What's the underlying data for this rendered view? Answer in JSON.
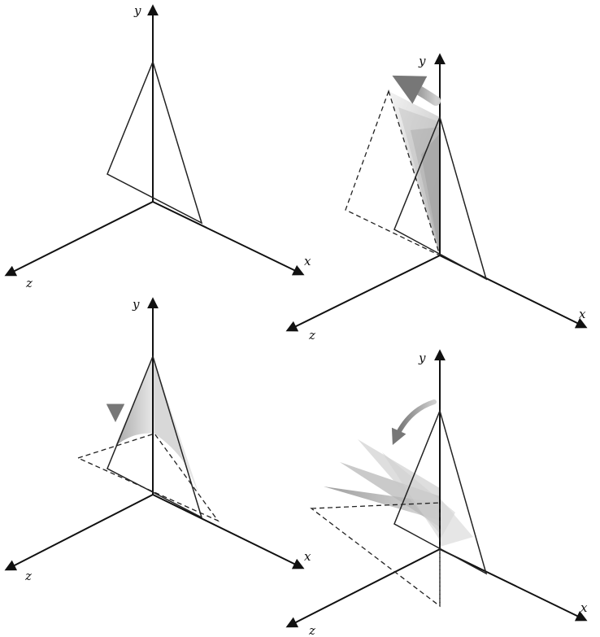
{
  "axis_labels": {
    "x": "x",
    "y": "y",
    "z": "z"
  },
  "panels": [
    {
      "id": "original",
      "motion": "none"
    },
    {
      "id": "rotate-about-y",
      "motion": "sweep around vertical axis"
    },
    {
      "id": "fold-down",
      "motion": "sweep downward"
    },
    {
      "id": "rotate-about-z",
      "motion": "sweep around z axis"
    }
  ],
  "colors": {
    "line": "#222222",
    "sweep": "#9a9a9a",
    "arrow": "#7a7a7a"
  }
}
